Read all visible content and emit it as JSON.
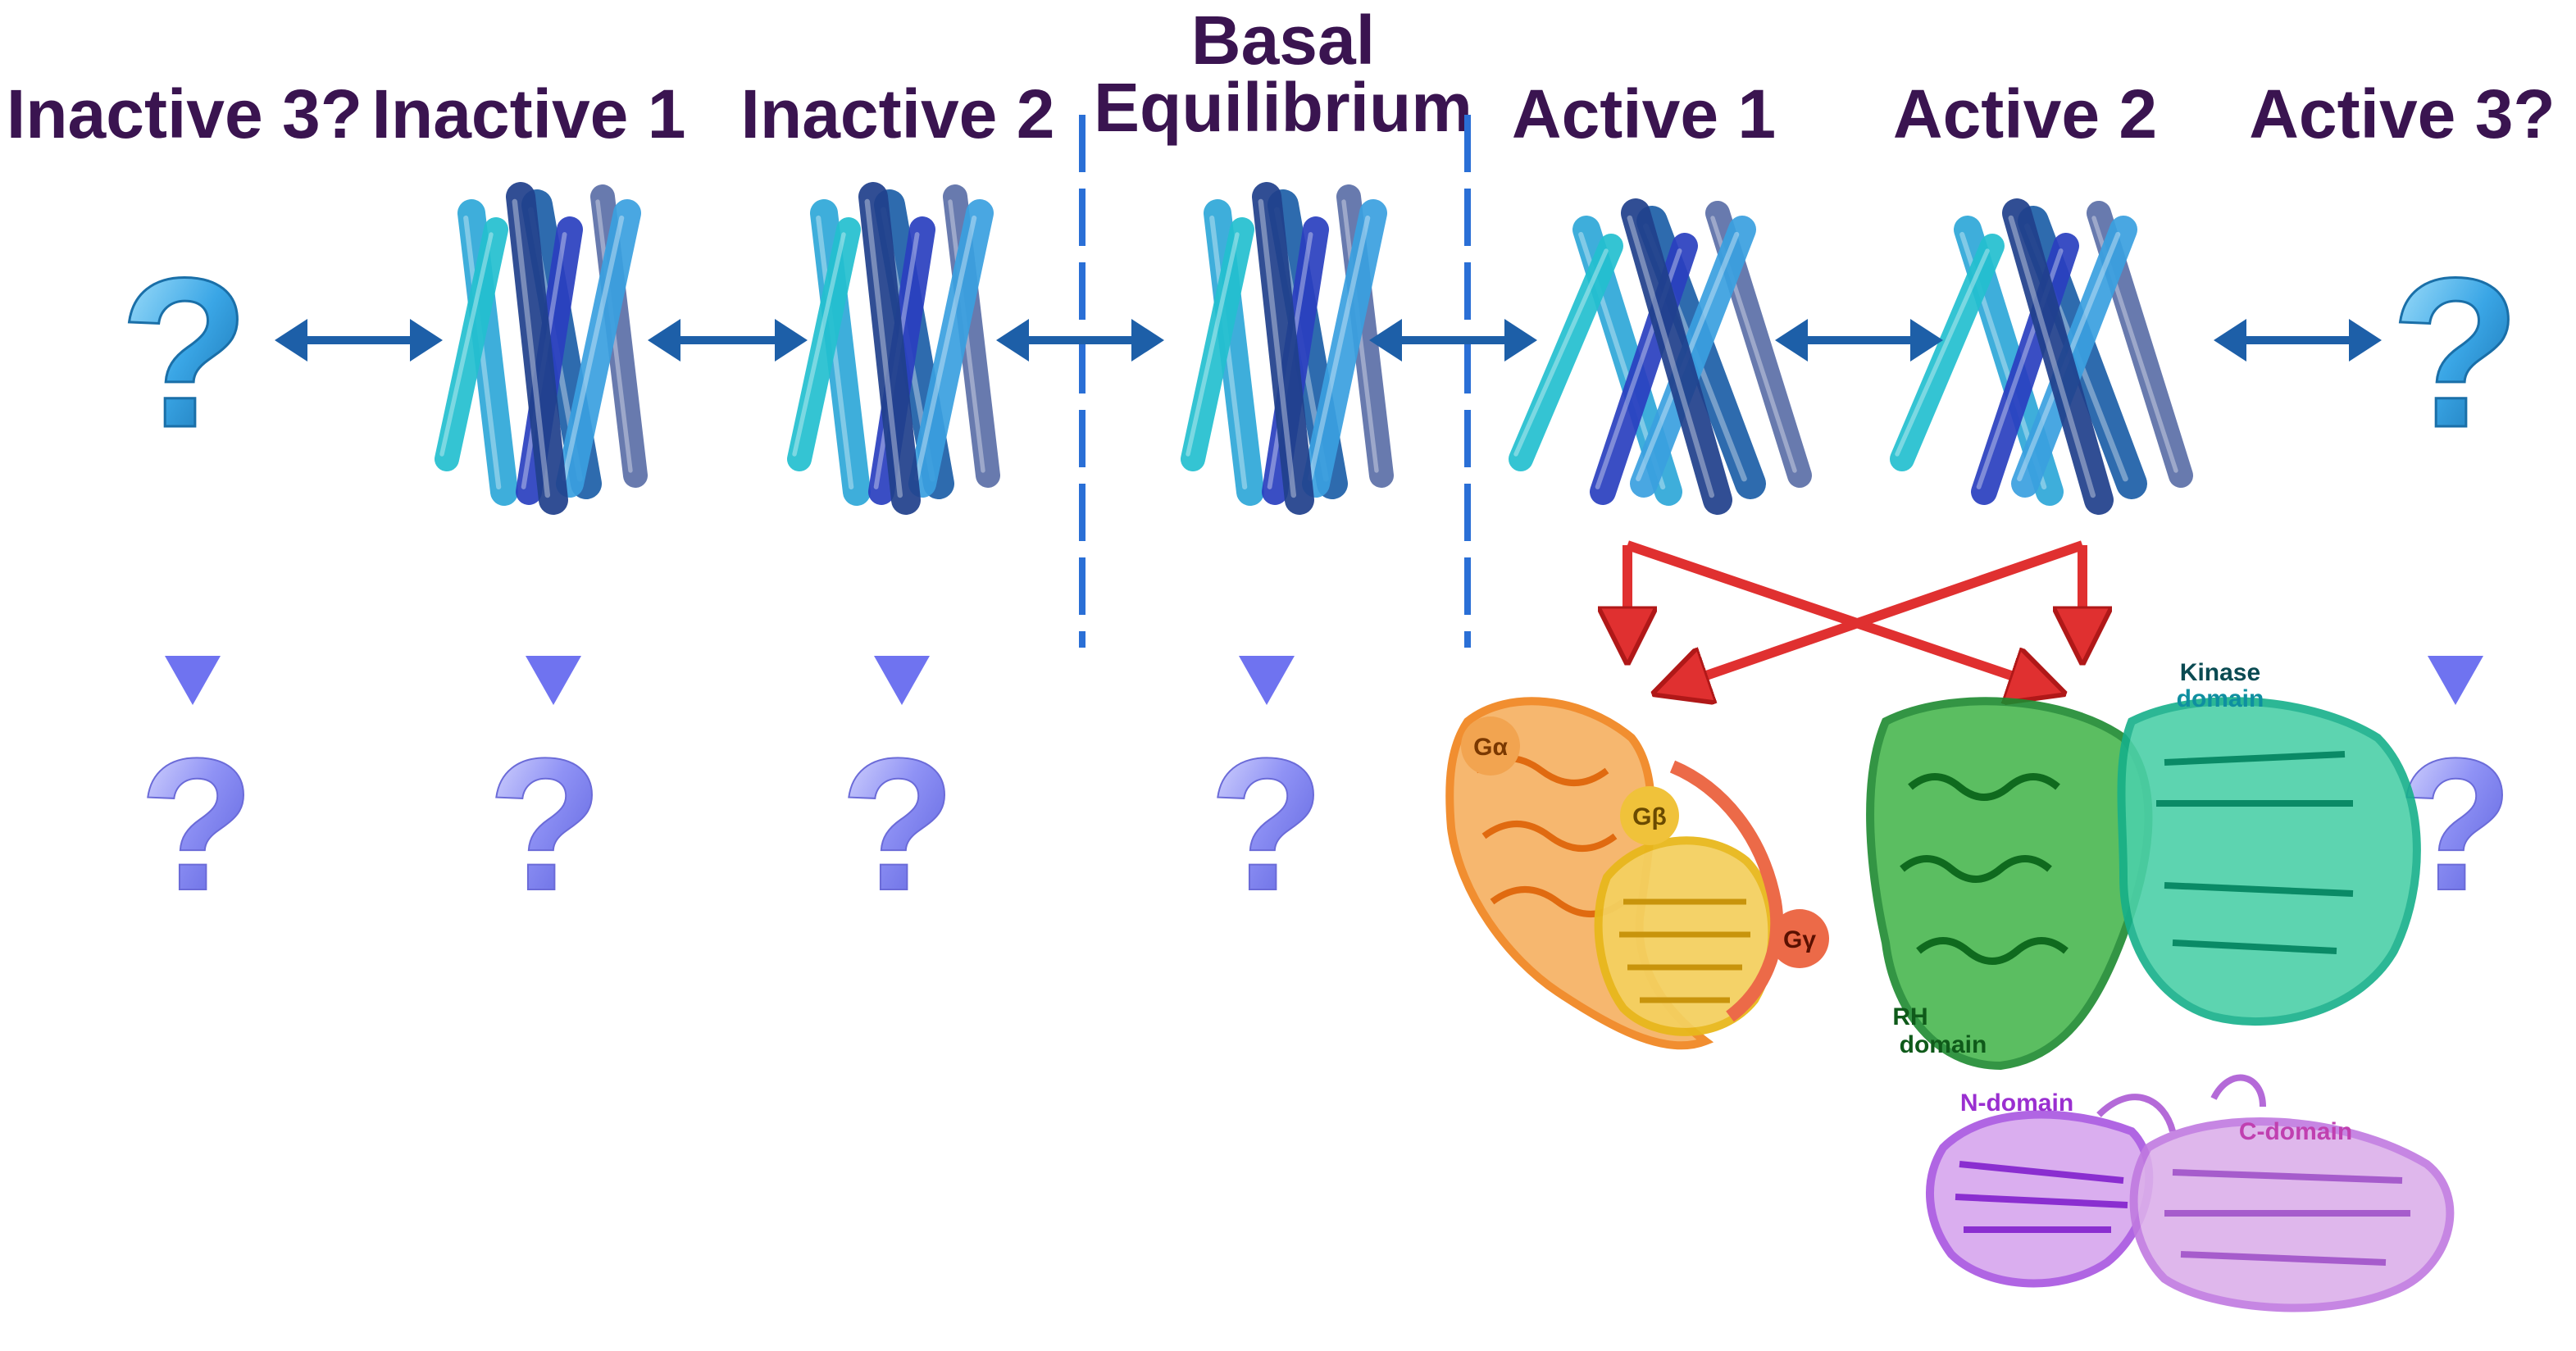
{
  "states": [
    {
      "id": "inactive3",
      "label": "Inactive 3?",
      "kind": "unknown"
    },
    {
      "id": "inactive1",
      "label": "Inactive 1",
      "kind": "bundle"
    },
    {
      "id": "inactive2",
      "label": "Inactive 2",
      "kind": "bundle"
    },
    {
      "id": "basal",
      "label_line1": "Basal",
      "label_line2": "Equilibrium",
      "kind": "bundle"
    },
    {
      "id": "active1",
      "label": "Active 1",
      "kind": "bundle"
    },
    {
      "id": "active2",
      "label": "Active 2",
      "kind": "bundle"
    },
    {
      "id": "active3",
      "label": "Active 3?",
      "kind": "unknown"
    }
  ],
  "question_glyph": "?",
  "proteins": {
    "g_protein": {
      "g_alpha": "Gα",
      "g_beta": "Gβ",
      "g_gamma": "Gγ"
    },
    "grk": {
      "kinase_line1": "Kinase",
      "kinase_line2": "domain",
      "rh_line1": "RH",
      "rh_line2": "domain"
    },
    "arrestin": {
      "n_domain": "N-domain",
      "c_domain": "C-domain"
    }
  },
  "colors": {
    "label": "#3a1450",
    "exchange_arrow": "#1d5fa8",
    "down_arrow": "#6f73f0",
    "coupling_arrow": "#e03030",
    "divider": "#2a6fd6",
    "g_alpha": "#f0821a",
    "g_beta": "#e8b81c",
    "g_gamma": "#ec6a48",
    "rh_domain": "#1e8a30",
    "kinase_domain": "#16b08a",
    "arrestin": "#c07ae0"
  }
}
